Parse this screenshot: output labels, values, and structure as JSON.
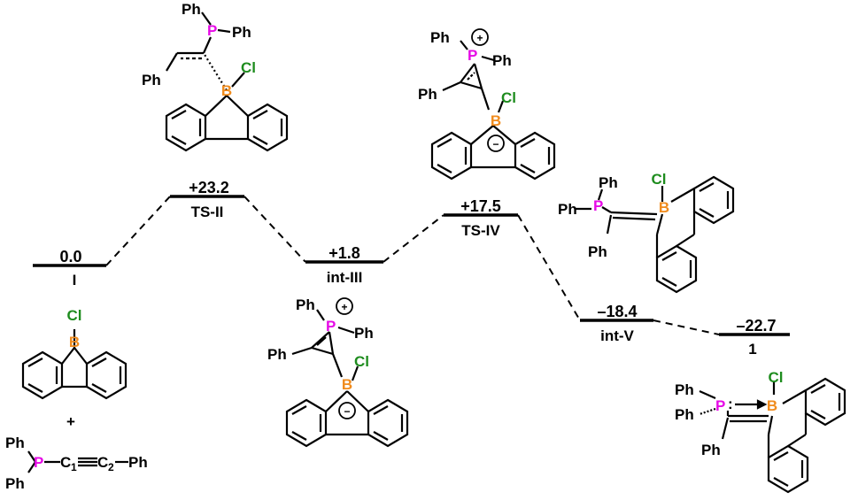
{
  "colors": {
    "phosphorus": "#e60ae6",
    "boron": "#f08c1e",
    "chlorine": "#1e8c1e",
    "line": "#000000"
  },
  "levels": [
    {
      "label": "I",
      "energy": "0.0"
    },
    {
      "label": "TS-II",
      "energy": "+23.2"
    },
    {
      "label": "int-III",
      "energy": "+1.8"
    },
    {
      "label": "TS-IV",
      "energy": "+17.5"
    },
    {
      "label": "int-V",
      "energy": "–18.4"
    },
    {
      "label": "1",
      "energy": "–22.7"
    }
  ],
  "atoms": {
    "phenyl": "Ph",
    "phosphorus": "P",
    "boron": "B",
    "chlorine": "Cl",
    "carbon": "C",
    "c1_index": "1",
    "c2_index": "2",
    "plus": "+",
    "minus": "−",
    "lone_pair": ":"
  },
  "reactant_plus": "+"
}
